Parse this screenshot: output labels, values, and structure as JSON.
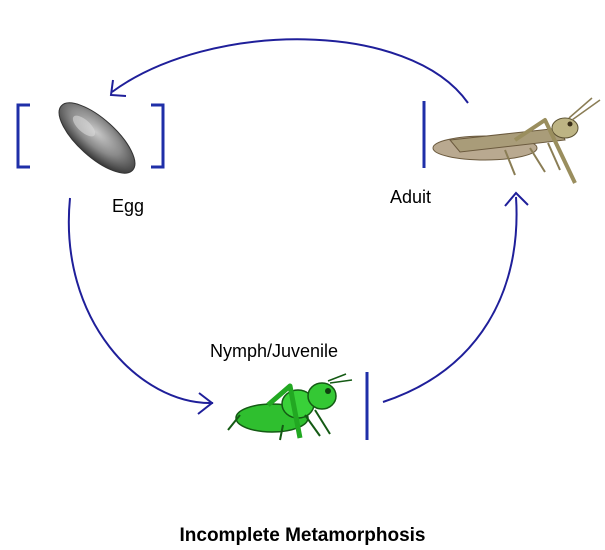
{
  "diagram": {
    "stages": [
      {
        "id": "egg",
        "label": "Egg"
      },
      {
        "id": "adult",
        "label": "Aduit"
      },
      {
        "id": "nymph",
        "label": "Nymph/Juvenile"
      }
    ],
    "title": "Incomplete Metamorphosis",
    "colors": {
      "arrow": "#1f1f9a",
      "bracket": "#1f2fa8",
      "egg": "#6e6e6e",
      "adult_body": "#b8ae86",
      "nymph_body": "#2fbf2f"
    },
    "icons": [
      "egg-image-icon",
      "adult-grasshopper-icon",
      "nymph-grasshopper-icon"
    ]
  }
}
